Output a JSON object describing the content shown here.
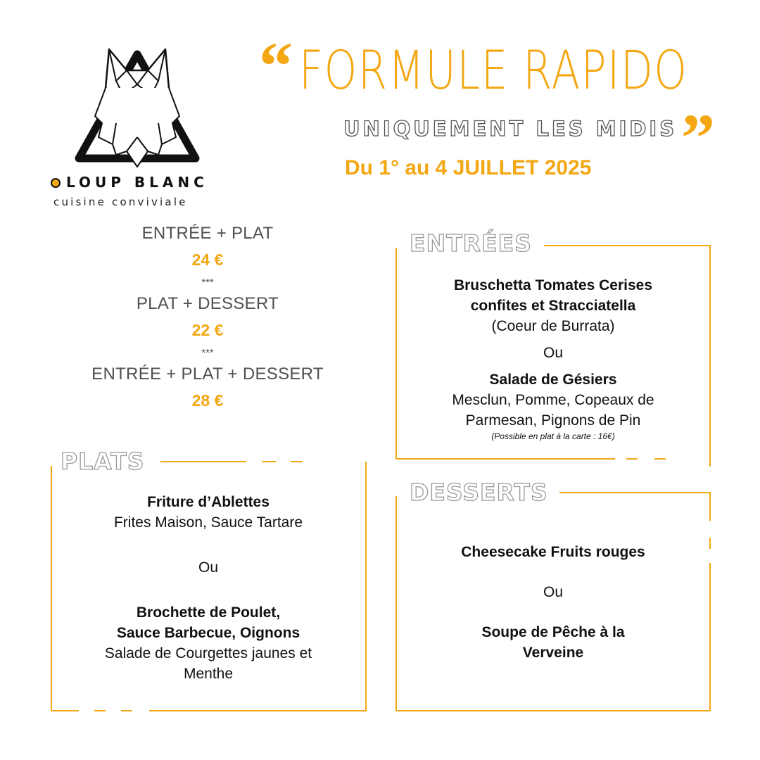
{
  "brand": {
    "name": "LOUP BLANC",
    "tagline": "cuisine conviviale",
    "logo_icon": "wolf-icon",
    "accent_color": "#f3a712"
  },
  "header": {
    "quote_open": "“",
    "title": "FORMULE RAPIDO",
    "subtitle": "UNIQUEMENT LES MIDIS",
    "quote_close": "”",
    "dates": "Du 1° au 4 JUILLET 2025"
  },
  "formulas": [
    {
      "name": "ENTRÉE + PLAT",
      "price": "24 €"
    },
    {
      "name": "PLAT + DESSERT",
      "price": "22 €"
    },
    {
      "name": "ENTRÉE + PLAT + DESSERT",
      "price": "28 €"
    }
  ],
  "separator": "***",
  "entrees": {
    "title": "ENTRÉES",
    "item1": {
      "name_line1": "Bruschetta Tomates Cerises",
      "name_line2": "confites et Stracciatella",
      "detail": "(Coeur de Burrata)"
    },
    "or": "Ou",
    "item2": {
      "name": "Salade de Gésiers",
      "detail_line1": "Mesclun, Pomme, Copeaux de",
      "detail_line2": "Parmesan, Pignons de Pin",
      "note": "(Possible en plat à la carte : 16€)"
    }
  },
  "plats": {
    "title": "PLATS",
    "item1": {
      "name": "Friture d’Ablettes",
      "detail": "Frites Maison, Sauce Tartare"
    },
    "or": "Ou",
    "item2": {
      "name_line1": "Brochette de Poulet,",
      "name_line2": "Sauce Barbecue, Oignons",
      "detail_line1": "Salade de Courgettes jaunes et",
      "detail_line2": "Menthe"
    }
  },
  "desserts": {
    "title": "DESSERTS",
    "item1": {
      "name": "Cheesecake Fruits rouges"
    },
    "or": "Ou",
    "item2": {
      "name_line1": "Soupe de Pêche à la",
      "name_line2": "Verveine"
    }
  }
}
